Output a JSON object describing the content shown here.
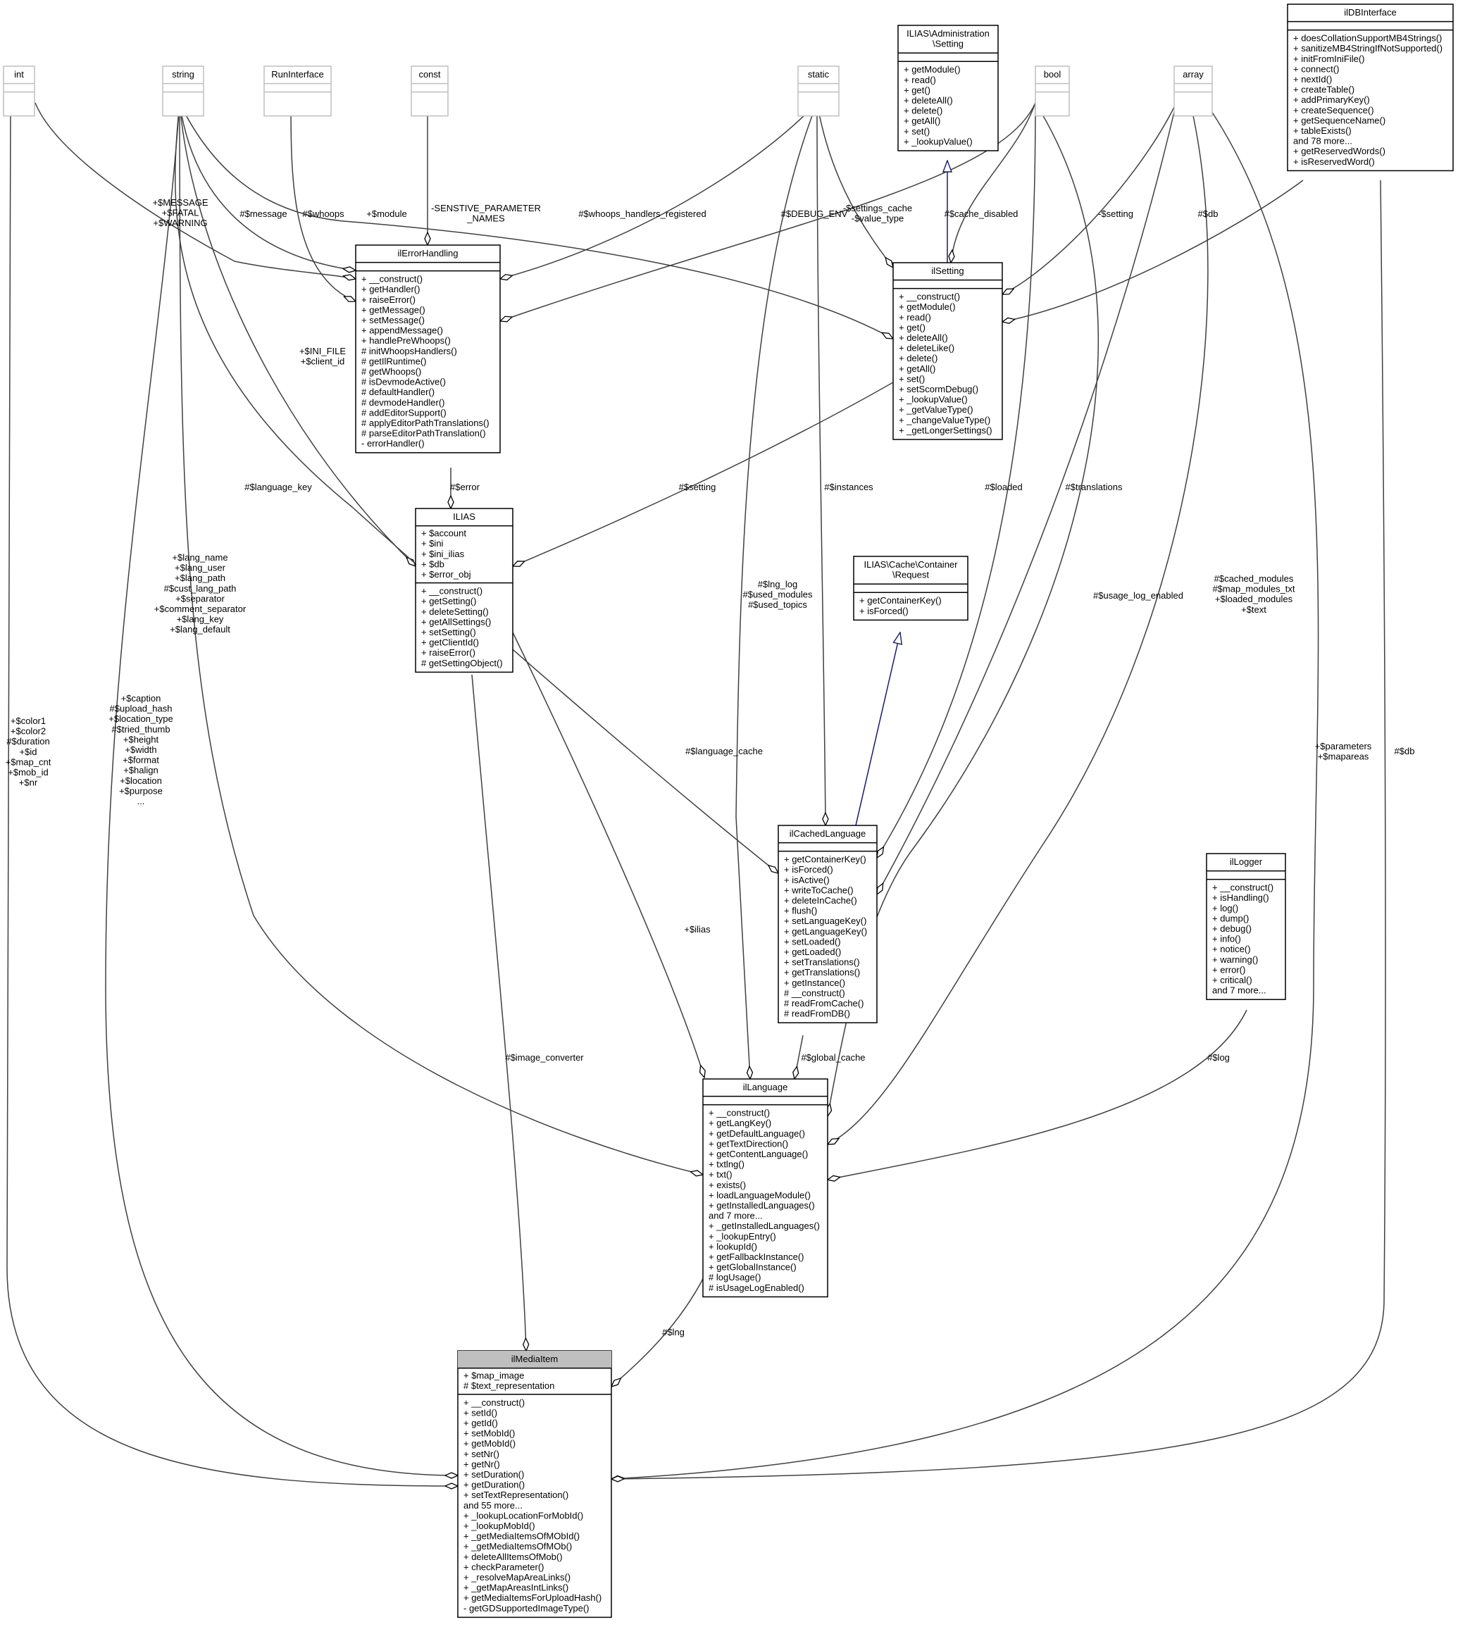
{
  "colors": {
    "stroke": "#000000",
    "ghost_stroke": "#bfbfbf",
    "highlight_fill": "#bfbfbf",
    "inherit_arrow": "#191970",
    "text": "#000000"
  },
  "classes": {
    "int": {
      "title": [
        "int"
      ],
      "attrs": [],
      "ops": []
    },
    "string": {
      "title": [
        "string"
      ],
      "attrs": [],
      "ops": []
    },
    "runinterface": {
      "title": [
        "RunInterface"
      ],
      "attrs": [],
      "ops": []
    },
    "const": {
      "title": [
        "const"
      ],
      "attrs": [],
      "ops": []
    },
    "static": {
      "title": [
        "static"
      ],
      "attrs": [],
      "ops": []
    },
    "bool": {
      "title": [
        "bool"
      ],
      "attrs": [],
      "ops": []
    },
    "array": {
      "title": [
        "array"
      ],
      "attrs": [],
      "ops": []
    },
    "admin_setting": {
      "title": [
        "ILIAS\\Administration",
        "\\Setting"
      ],
      "attrs": [],
      "ops": [
        "+ getModule()",
        "+ read()",
        "+ get()",
        "+ deleteAll()",
        "+ delete()",
        "+ getAll()",
        "+ set()",
        "+ _lookupValue()"
      ]
    },
    "ildbinterface": {
      "title": [
        "ilDBInterface"
      ],
      "attrs": [],
      "ops": [
        "+ doesCollationSupportMB4Strings()",
        "+ sanitizeMB4StringIfNotSupported()",
        "+ initFromIniFile()",
        "+ connect()",
        "+ nextId()",
        "+ createTable()",
        "+ addPrimaryKey()",
        "+ createSequence()",
        "+ getSequenceName()",
        "+ tableExists()",
        "and 78 more...",
        "+ getReservedWords()",
        "+ isReservedWord()"
      ]
    },
    "ilerrorhandling": {
      "title": [
        "ilErrorHandling"
      ],
      "attrs": [],
      "ops": [
        "+ __construct()",
        "+ getHandler()",
        "+ raiseError()",
        "+ getMessage()",
        "+ setMessage()",
        "+ appendMessage()",
        "+ handlePreWhoops()",
        "# initWhoopsHandlers()",
        "# getIlRuntime()",
        "# getWhoops()",
        "# isDevmodeActive()",
        "# defaultHandler()",
        "# devmodeHandler()",
        "# addEditorSupport()",
        "# applyEditorPathTranslations()",
        "# parseEditorPathTranslation()",
        "- errorHandler()"
      ]
    },
    "ilsetting": {
      "title": [
        "ilSetting"
      ],
      "attrs": [],
      "ops": [
        "+ __construct()",
        "+ getModule()",
        "+ read()",
        "+ get()",
        "+ deleteAll()",
        "+ deleteLike()",
        "+ delete()",
        "+ getAll()",
        "+ set()",
        "+ setScormDebug()",
        "+ _lookupValue()",
        "+ _getValueType()",
        "+ _changeValueType()",
        "+ _getLongerSettings()"
      ]
    },
    "ilias": {
      "title": [
        "ILIAS"
      ],
      "attrs": [
        "+ $account",
        "+ $ini",
        "+ $ini_ilias",
        "+ $db",
        "+ $error_obj"
      ],
      "ops": [
        "+ __construct()",
        "+ getSetting()",
        "+ deleteSetting()",
        "+ getAllSettings()",
        "+ setSetting()",
        "+ getClientId()",
        "+ raiseError()",
        "# getSettingObject()"
      ]
    },
    "cache_request": {
      "title": [
        "ILIAS\\Cache\\Container",
        "\\Request"
      ],
      "attrs": [],
      "ops": [
        "+ getContainerKey()",
        "+ isForced()"
      ]
    },
    "ilcachedlanguage": {
      "title": [
        "ilCachedLanguage"
      ],
      "attrs": [],
      "ops": [
        "+ getContainerKey()",
        "+ isForced()",
        "+ isActive()",
        "+ writeToCache()",
        "+ deleteInCache()",
        "+ flush()",
        "+ setLanguageKey()",
        "+ getLanguageKey()",
        "+ setLoaded()",
        "+ getLoaded()",
        "+ setTranslations()",
        "+ getTranslations()",
        "+ getInstance()",
        "# __construct()",
        "# readFromCache()",
        "# readFromDB()"
      ]
    },
    "illogger": {
      "title": [
        "ilLogger"
      ],
      "attrs": [],
      "ops": [
        "+ __construct()",
        "+ isHandling()",
        "+ log()",
        "+ dump()",
        "+ debug()",
        "+ info()",
        "+ notice()",
        "+ warning()",
        "+ error()",
        "+ critical()",
        "and 7 more..."
      ]
    },
    "illanguage": {
      "title": [
        "ilLanguage"
      ],
      "attrs": [],
      "ops": [
        "+ __construct()",
        "+ getLangKey()",
        "+ getDefaultLanguage()",
        "+ getTextDirection()",
        "+ getContentLanguage()",
        "+ txtlng()",
        "+ txt()",
        "+ exists()",
        "+ loadLanguageModule()",
        "+ getInstalledLanguages()",
        "and 7 more...",
        "+ _getInstalledLanguages()",
        "+ _lookupEntry()",
        "+ lookupId()",
        "+ getFallbackInstance()",
        "+ getGlobalInstance()",
        "# logUsage()",
        "# isUsageLogEnabled()"
      ]
    },
    "ilmediaitem": {
      "title": [
        "ilMediaItem"
      ],
      "attrs": [
        "+ $map_image",
        "# $text_representation"
      ],
      "ops": [
        "+ __construct()",
        "+ setId()",
        "+ getId()",
        "+ setMobId()",
        "+ getMobId()",
        "+ setNr()",
        "+ getNr()",
        "+ setDuration()",
        "+ getDuration()",
        "+ setTextRepresentation()",
        "and 55 more...",
        "+ _lookupLocationForMobId()",
        "+ _lookupMobId()",
        "+ _getMediaItemsOfMObId()",
        "+ _getMediaItemsOfMOb()",
        "+ deleteAllItemsOfMob()",
        "+ checkParameter()",
        "+ _resolveMapAreaLinks()",
        "+ _getMapAreasIntLinks()",
        "+ getMediaItemsForUploadHash()",
        "- getGDSupportedImageType()"
      ]
    }
  },
  "edge_labels": {
    "int_media": [
      "+$color1",
      "+$color2",
      "#$duration",
      "+$id",
      "+$map_cnt",
      "+$mob_id",
      "+$nr"
    ],
    "string_media": [
      "+$caption",
      "#$upload_hash",
      "+$location_type",
      "#$tried_thumb",
      "+$height",
      "+$width",
      "+$format",
      "+$halign",
      "+$location",
      "+$purpose",
      "..."
    ],
    "string_lang": [
      "+$lang_name",
      "+$lang_user",
      "+$lang_path",
      "#$cust_lang_path",
      "+$separator",
      "+$comment_separator",
      "+$lang_key",
      "+$lang_default"
    ],
    "int_err": [
      "+$MESSAGE",
      "+$FATAL",
      "+$WARNING"
    ],
    "string_err": [
      "#$message"
    ],
    "run_err": [
      "#$whoops"
    ],
    "const_err": [
      "-SENSTIVE_PARAMETER",
      "_NAMES"
    ],
    "static_err": [
      "#$whoops_handlers_registered"
    ],
    "bool_err": [
      "#$DEBUG_ENV"
    ],
    "string_setting": [
      "+$module"
    ],
    "static_setting": [
      "-$settings_cache",
      "-$value_type"
    ],
    "bool_setting": [
      "#$cache_disabled"
    ],
    "array_setting": [
      "-$setting"
    ],
    "db_setting": [
      "#$db"
    ],
    "string_ilias": [
      "+$INI_FILE",
      "+$client_id"
    ],
    "err_ilias": [
      "#$error"
    ],
    "setting_ilias": [
      "#$setting"
    ],
    "string_cache": [
      "#$language_key"
    ],
    "static_cache": [
      "#$instances"
    ],
    "bool_cache": [
      "#$loaded"
    ],
    "array_cache": [
      "#$translations"
    ],
    "ilias_lang": [
      "+$ilias"
    ],
    "static_lang": [
      "#$lng_log",
      "#$used_modules",
      "#$used_topics"
    ],
    "ilias_media": [
      "#$image_converter"
    ],
    "cache_lang": [
      "#$global_cache"
    ],
    "bool_lang": [
      "#$usage_log_enabled"
    ],
    "array_lang": [
      "#$cached_modules",
      "#$map_modules_txt",
      "+$loaded_modules",
      "+$text"
    ],
    "logger_lang": [
      "#$log"
    ],
    "lang_cache": [
      "#$language_cache"
    ],
    "array_media": [
      "+$parameters",
      "+$mapareas"
    ],
    "db_media": [
      "#$db"
    ],
    "lang_media": [
      "#$lng"
    ]
  }
}
